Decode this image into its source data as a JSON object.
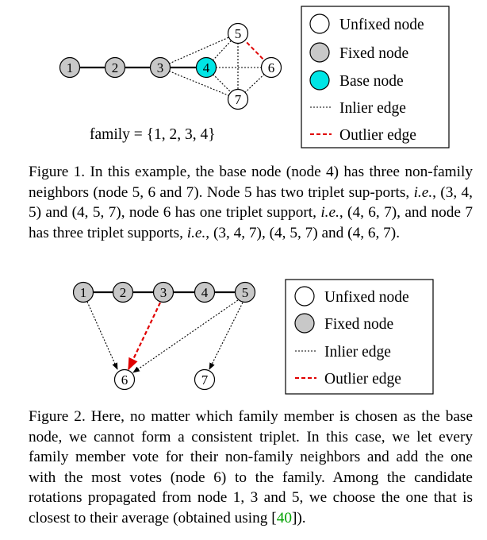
{
  "colors": {
    "fixed_fill": "#c8c8c8",
    "base_fill": "#00e5e5",
    "unfixed_fill": "#ffffff",
    "outlier_edge": "#e00000",
    "inlier_edge": "#000000",
    "citation": "#00a000"
  },
  "figure1": {
    "family_label": "family = {1, 2, 3, 4}",
    "nodes": [
      {
        "id": "1",
        "kind": "fixed"
      },
      {
        "id": "2",
        "kind": "fixed"
      },
      {
        "id": "3",
        "kind": "fixed"
      },
      {
        "id": "4",
        "kind": "base"
      },
      {
        "id": "5",
        "kind": "unfixed"
      },
      {
        "id": "6",
        "kind": "unfixed"
      },
      {
        "id": "7",
        "kind": "unfixed"
      }
    ],
    "legend": {
      "unfixed": "Unfixed node",
      "fixed": "Fixed node",
      "base": "Base node",
      "inlier": "Inlier edge",
      "outlier": "Outlier edge"
    },
    "caption": {
      "p1": "Figure 1. In this example, the base node (node 4) has three non-family neighbors (node 5, 6 and 7). Node 5 has two triplet sup-ports, ",
      "ie1": "i.e.",
      "p2": ", (3, 4, 5) and (4, 5, 7), node 6 has one triplet support, ",
      "ie2": "i.e.",
      "p3": ", (4, 6, 7), and node 7 has three triplet supports, ",
      "ie3": "i.e.",
      "p4": ", (3, 4, 7), (4, 5, 7) and (4, 6, 7)."
    }
  },
  "figure2": {
    "nodes": [
      {
        "id": "1",
        "kind": "fixed"
      },
      {
        "id": "2",
        "kind": "fixed"
      },
      {
        "id": "3",
        "kind": "fixed"
      },
      {
        "id": "4",
        "kind": "fixed"
      },
      {
        "id": "5",
        "kind": "fixed"
      },
      {
        "id": "6",
        "kind": "unfixed"
      },
      {
        "id": "7",
        "kind": "unfixed"
      }
    ],
    "legend": {
      "unfixed": "Unfixed node",
      "fixed": "Fixed node",
      "inlier": "Inlier edge",
      "outlier": "Outlier edge"
    },
    "caption": {
      "p1": "Figure 2. Here, no matter which family member is chosen as the base node, we cannot form a consistent triplet. In this case, we let every family member vote for their non-family neighbors and add the one with the most votes (node 6) to the family. Among the candidate rotations propagated from node 1, 3 and 5, we choose the one that is closest to their average (obtained using ",
      "cite": "40",
      "p2": "])."
    }
  }
}
